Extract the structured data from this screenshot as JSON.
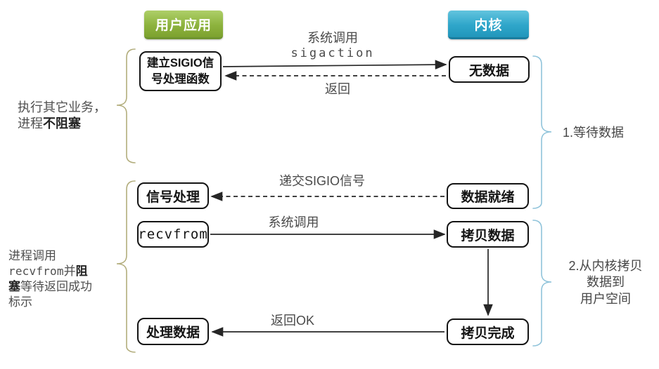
{
  "headers": {
    "user": "用户应用",
    "kernel": "内核"
  },
  "boxes": {
    "sigio_handler_line1": "建立SIGIO信",
    "sigio_handler_line2": "号处理函数",
    "signal_handle": "信号处理",
    "recvfrom": "recvfrom",
    "process_data": "处理数据",
    "no_data": "无数据",
    "data_ready": "数据就绪",
    "copy_data": "拷贝数据",
    "copy_done": "拷贝完成"
  },
  "arrow_labels": {
    "syscall_sigaction_line1": "系统调用",
    "syscall_sigaction_line2": "sigaction",
    "return_top": "返回",
    "deliver_sigio": "递交SIGIO信号",
    "syscall_recvfrom": "系统调用",
    "return_ok": "返回OK"
  },
  "annotations": {
    "left_top": {
      "line1": "执行其它业务，",
      "line2_normal": "进程",
      "line2_bold": "不阻塞"
    },
    "left_bottom": {
      "line1": "进程调用",
      "line2_mono": "recvfrom",
      "line2_normal": "并",
      "line2_bold": "阻",
      "line3_bold": "塞",
      "line3_normal": "等待返回成功",
      "line4": "标示"
    },
    "right_top": "1.等待数据",
    "right_bottom_line1": "2.从内核拷贝",
    "right_bottom_line2": "数据到",
    "right_bottom_line3": "用户空间"
  },
  "colors": {
    "user_header_top": "#aecf68",
    "user_header_bottom": "#7da22f",
    "kernel_header_top": "#62c4de",
    "kernel_header_bottom": "#2196bb",
    "left_brace": "#b2ad7c",
    "right_brace": "#8fc3da",
    "arrow": "#262626"
  }
}
